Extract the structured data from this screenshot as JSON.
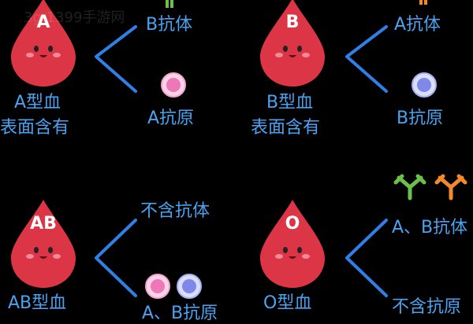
{
  "colors": {
    "background": "#000000",
    "text": "#4aa3f0",
    "drop": "#dc3545",
    "bracket": "#2f7fe6",
    "antigen_a": "#ee77b8",
    "antigen_b": "#7f88e8",
    "antibody_a": "#6cc04a",
    "antibody_b": "#f08a2a"
  },
  "cells": [
    {
      "drop_letter": "A",
      "type_label": "A型血",
      "sub_label": "表面含有",
      "top_text": "B抗体",
      "bottom_text": "A抗原",
      "top_icons": [
        "antibody-a"
      ],
      "bottom_icons": [
        "antigen-a"
      ]
    },
    {
      "drop_letter": "B",
      "type_label": "B型血",
      "sub_label": "表面含有",
      "top_text": "A抗体",
      "bottom_text": "B抗原",
      "top_icons": [
        "antibody-b"
      ],
      "bottom_icons": [
        "antigen-b"
      ]
    },
    {
      "drop_letter": "AB",
      "type_label": "AB型血",
      "sub_label": "",
      "top_text": "不含抗体",
      "bottom_text": "A、B抗原",
      "top_icons": [],
      "bottom_icons": [
        "antigen-a",
        "antigen-b"
      ]
    },
    {
      "drop_letter": "O",
      "type_label": "O型血",
      "sub_label": "",
      "top_text": "A、B抗体",
      "bottom_text": "不含抗原",
      "top_icons": [
        "antibody-a",
        "antibody-b"
      ],
      "bottom_icons": []
    }
  ],
  "watermark": "3g 1399手游网"
}
